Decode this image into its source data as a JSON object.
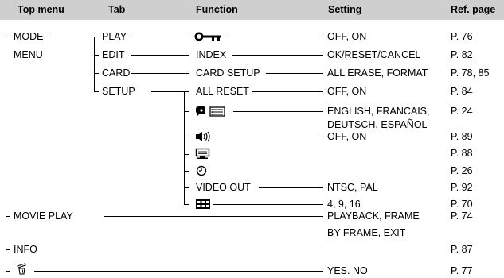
{
  "headers": {
    "top_menu": "Top menu",
    "tab": "Tab",
    "function": "Function",
    "setting": "Setting",
    "ref_page": "Ref. page"
  },
  "top_menu": {
    "mode_menu_line1": "MODE",
    "mode_menu_line2": "MENU",
    "movie_play": "MOVIE PLAY",
    "info": "INFO",
    "trash_icon": "trash-icon"
  },
  "tabs": {
    "play": "PLAY",
    "edit": "EDIT",
    "card": "CARD",
    "setup": "SETUP"
  },
  "functions": {
    "protect_icon": "key-protect-icon",
    "index": "INDEX",
    "card_setup": "CARD SETUP",
    "all_reset": "ALL RESET",
    "language_icon": "language-icon",
    "beep_icon": "speaker-icon",
    "monitor_icon": "monitor-icon",
    "clock_icon": "clock-icon",
    "video_out": "VIDEO OUT",
    "grid_icon": "index-grid-icon"
  },
  "settings": {
    "play": "OFF, ON",
    "index": "OK/RESET/CANCEL",
    "card_setup": "ALL ERASE, FORMAT",
    "all_reset": "OFF, ON",
    "language_line1": "ENGLISH, FRANCAIS,",
    "language_line2": "DEUTSCH, ESPAÑOL",
    "beep": "OFF, ON",
    "video_out": "NTSC, PAL",
    "grid": "4, 9, 16",
    "movie_play_line1": "PLAYBACK, FRAME",
    "movie_play_line2": "BY FRAME, EXIT",
    "trash": "YES. NO"
  },
  "ref_pages": {
    "play": "P. 76",
    "index": "P. 82",
    "card_setup": "P. 78, 85",
    "all_reset": "P. 84",
    "language": "P. 24",
    "beep": "P. 89",
    "monitor": "P. 88",
    "clock": "P. 26",
    "video_out": "P. 92",
    "grid": "P. 70",
    "movie_play": "P. 74",
    "info": "P. 87",
    "trash": "P. 77"
  }
}
